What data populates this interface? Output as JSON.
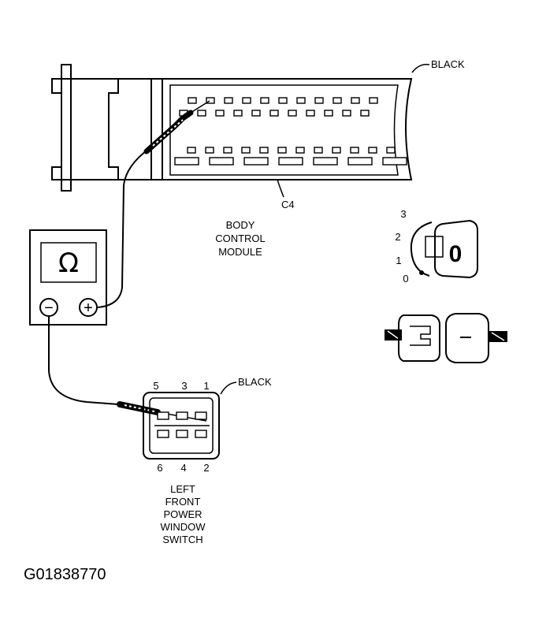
{
  "connector_c4": {
    "color_label": "BLACK",
    "connector_id": "C4"
  },
  "module": {
    "line1": "BODY",
    "line2": "CONTROL",
    "line3": "MODULE"
  },
  "meter": {
    "symbol": "Ω",
    "neg_symbol": "−",
    "pos_symbol": "+"
  },
  "switch_connector": {
    "color_label": "BLACK",
    "top_pins": [
      "5",
      "3",
      "1"
    ],
    "bottom_pins": [
      "6",
      "4",
      "2"
    ],
    "name_lines": [
      "LEFT",
      "FRONT",
      "POWER",
      "WINDOW",
      "SWITCH"
    ]
  },
  "ignition_key": {
    "positions": [
      "3",
      "2",
      "1",
      "0"
    ],
    "key_glyph": "0"
  },
  "figure_id": "G01838770"
}
